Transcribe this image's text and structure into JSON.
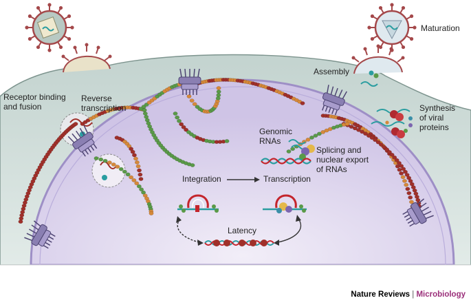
{
  "labels": {
    "receptor_binding": "Receptor binding\nand fusion",
    "reverse_transcription": "Reverse\ntranscription",
    "assembly": "Assembly",
    "maturation": "Maturation",
    "synthesis": "Synthesis\nof viral\nproteins",
    "genomic_rnas": "Genomic\nRNAs",
    "splicing": "Splicing and\nnuclear export\nof RNAs",
    "integration": "Integration",
    "transcription": "Transcription",
    "latency": "Latency"
  },
  "credit": {
    "journal": "Nature Reviews",
    "separator": " | ",
    "section": "Microbiology"
  },
  "colors": {
    "cytoplasm": "#cfdcd8",
    "nucleus": "#ddd5ee",
    "nuclear_envelope": "#9e8fc6",
    "virus": "#a4484a",
    "bead_red": "#a0302a",
    "bead_green": "#5a9a48",
    "bead_orange": "#d6893a",
    "pore": "#7a6fa0",
    "section_accent": "#9b2f7a"
  },
  "icons": [
    "virion",
    "nuclear-pore",
    "provirus-dna",
    "rna-strand",
    "ribosome"
  ]
}
